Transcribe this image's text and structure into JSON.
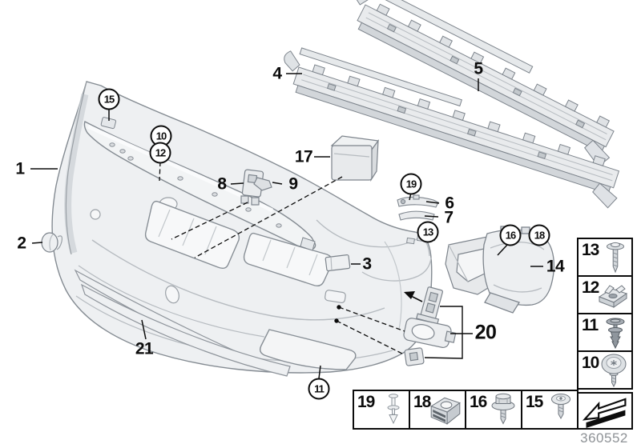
{
  "diagram": {
    "drawing_number": "360552"
  },
  "callouts": {
    "plain": {
      "p1": "1",
      "p2": "2",
      "p3": "3",
      "p4": "4",
      "p5": "5",
      "p6": "6",
      "p7": "7",
      "p8": "8",
      "p9": "9",
      "p14": "14",
      "p17": "17",
      "p20": "20",
      "p21": "21"
    },
    "circled": {
      "c10": "10",
      "c11": "11",
      "c12": "12",
      "c13": "13",
      "c15": "15",
      "c16": "16",
      "c18": "18",
      "c19": "19"
    }
  },
  "legend": {
    "sidebar": [
      {
        "label": "13",
        "icon": "flange-screw-icon"
      },
      {
        "label": "12",
        "icon": "cage-nut-icon"
      },
      {
        "label": "11",
        "icon": "expansion-rivet-icon"
      },
      {
        "label": "10",
        "icon": "washer-screw-icon"
      }
    ],
    "bottom": [
      {
        "label": "19",
        "icon": "plastic-rivet-icon"
      },
      {
        "label": "18",
        "icon": "speed-clip-icon"
      },
      {
        "label": "16",
        "icon": "hex-flange-screw-icon"
      },
      {
        "label": "15",
        "icon": "torx-pan-screw-icon"
      }
    ],
    "direction_arrow": "front-direction-arrow-icon"
  }
}
